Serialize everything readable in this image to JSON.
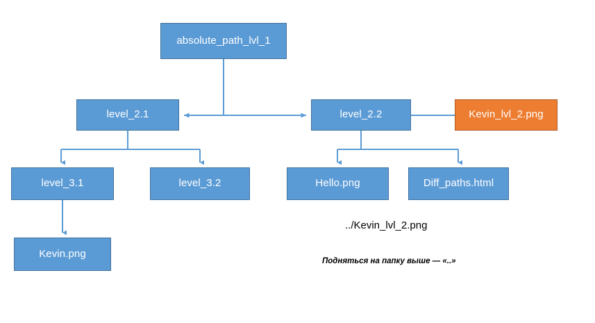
{
  "diagram": {
    "title_node": {
      "label": "absolute_path_lvl_1"
    },
    "nodes": [
      {
        "id": "absolute_path_lvl_1",
        "label": "absolute_path_lvl_1",
        "kind": "folder",
        "color": "#5B9BD5"
      },
      {
        "id": "level_2_1",
        "label": "level_2.1",
        "kind": "folder",
        "color": "#5B9BD5"
      },
      {
        "id": "level_2_2",
        "label": "level_2.2",
        "kind": "folder",
        "color": "#5B9BD5"
      },
      {
        "id": "kevin_lvl_2_png",
        "label": "Kevin_lvl_2.png",
        "kind": "file-highlight",
        "color": "#ED7D31"
      },
      {
        "id": "level_3_1",
        "label": "level_3.1",
        "kind": "folder",
        "color": "#5B9BD5"
      },
      {
        "id": "level_3_2",
        "label": "level_3.2",
        "kind": "folder",
        "color": "#5B9BD5"
      },
      {
        "id": "hello_png",
        "label": "Hello.png",
        "kind": "file",
        "color": "#5B9BD5"
      },
      {
        "id": "diff_paths_html",
        "label": "Diff_paths.html",
        "kind": "file",
        "color": "#5B9BD5"
      },
      {
        "id": "kevin_png",
        "label": "Kevin.png",
        "kind": "file",
        "color": "#5B9BD5"
      }
    ],
    "captions": {
      "relative_path": "../Kevin_lvl_2.png",
      "note": "Подняться на папку выше — «..»"
    },
    "colors": {
      "folder_fill": "#5B9BD5",
      "folder_border": "#41719C",
      "highlight_fill": "#ED7D31",
      "highlight_border": "#AE5A21",
      "connector": "#5B9BD5",
      "text_on_node": "#FFFFFF",
      "caption_text": "#000000"
    }
  }
}
